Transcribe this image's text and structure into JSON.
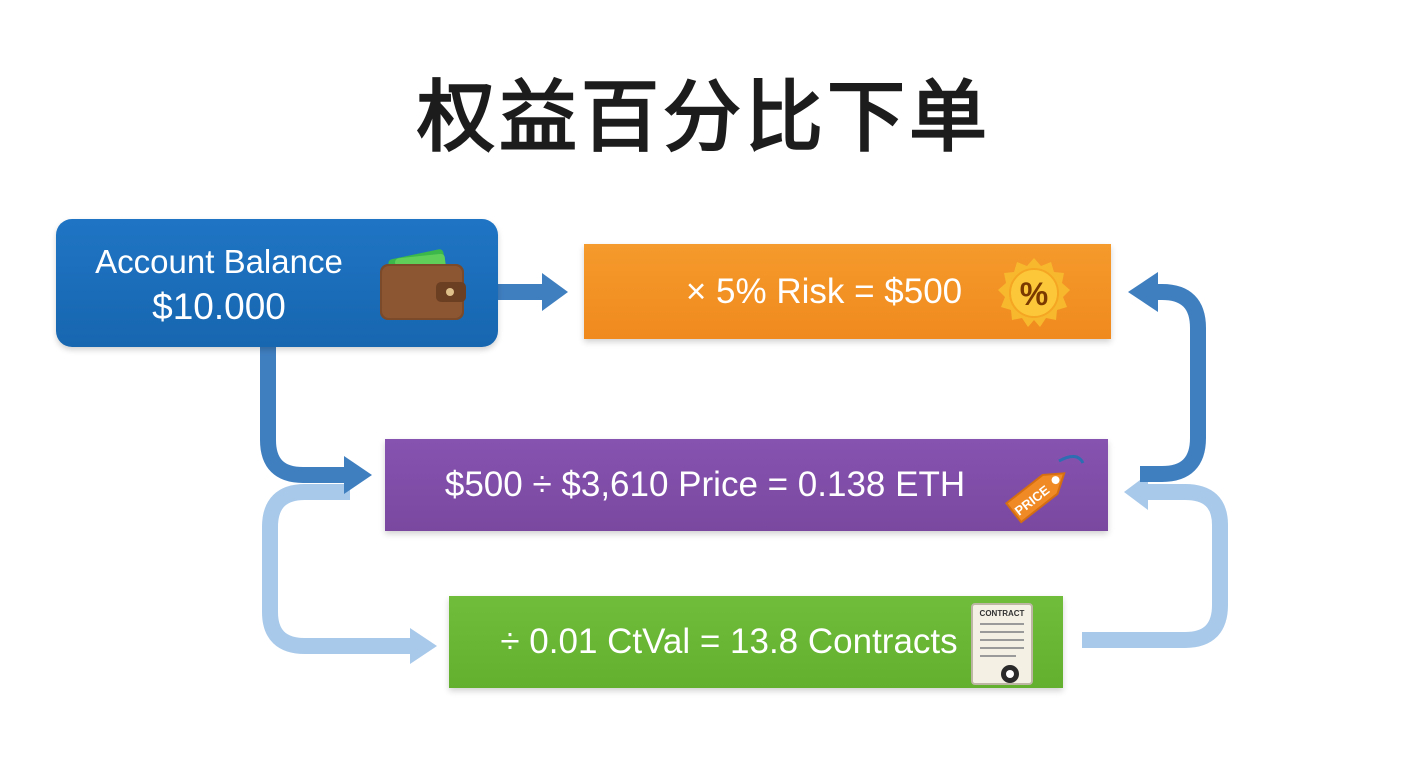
{
  "title": "权益百分比下单",
  "steps": {
    "balance": {
      "label": "Account Balance",
      "amount": "$10.000"
    },
    "risk": {
      "formula": "× 5% Risk = $500"
    },
    "price": {
      "formula": "$500 ÷ $3,610 Price = 0.138 ETH"
    },
    "contracts": {
      "formula": "÷ 0.01 CtVal = 13.8 Contracts"
    }
  },
  "icons": {
    "wallet": "wallet-icon",
    "percent": "percent-badge-icon",
    "price_tag": "price-tag-icon",
    "contract": "contract-document-icon"
  },
  "icon_text": {
    "percent": "%",
    "price_tag": "PRICE",
    "contract": "CONTRACT"
  },
  "colors": {
    "balance": "#1f75c4",
    "risk": "#f59a2c",
    "price": "#8654b0",
    "contracts": "#6fbd3b",
    "arrow_dark": "#3f7fc0",
    "arrow_light": "#a8c9ea"
  }
}
